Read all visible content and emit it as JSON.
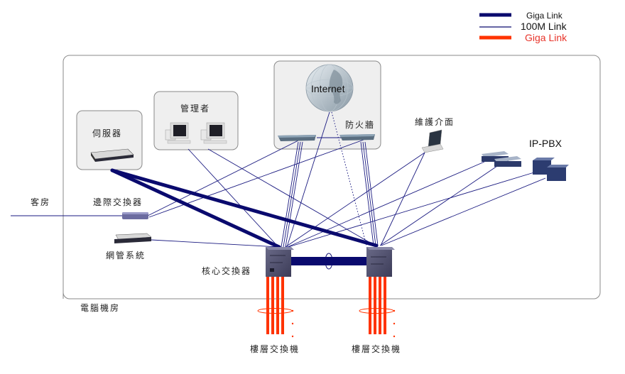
{
  "legend": {
    "items": [
      {
        "label": "Giga Link",
        "color": "#0a0a6e",
        "style": "thick"
      },
      {
        "label": "100M Link",
        "color": "#0a0a6e",
        "style": "thin"
      },
      {
        "label": "Giga Link",
        "color": "#ff3300",
        "style": "thick"
      }
    ]
  },
  "labels": {
    "server": "伺服器",
    "admin": "管理者",
    "internet": "Internet",
    "firewall": "防火牆",
    "maintenance": "維護介面",
    "ippbx": "IP-PBX",
    "guest_room": "客房",
    "edge_switch": "邊際交換器",
    "nms": "網管系統",
    "core_switch": "核心交換器",
    "computer_room": "電腦機房",
    "floor_switch_1": "樓層交換機",
    "floor_switch_2": "樓層交換機"
  },
  "colors": {
    "giga": "#0a0a6e",
    "fast": "#1a1a80",
    "fiber": "#ff3300",
    "panel": "#efefef",
    "panel_border": "#8a8a8a"
  }
}
